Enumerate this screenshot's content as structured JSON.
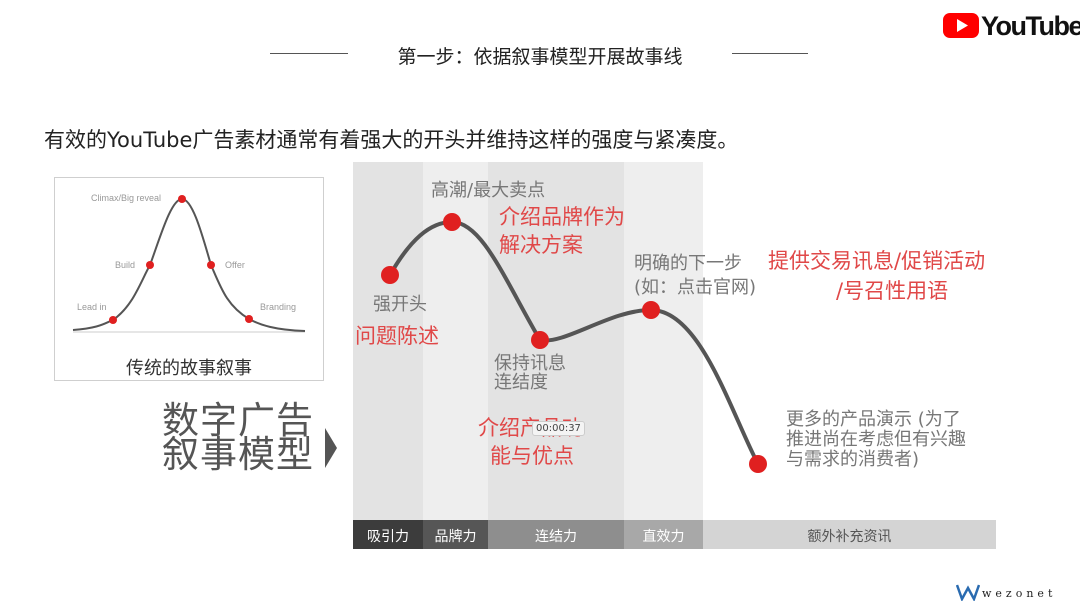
{
  "header": {
    "title": "第一步：依据叙事模型开展故事线",
    "brand": "YouTube"
  },
  "subtitle": "有效的YouTube广告素材通常有着强大的开头并维持这样的强度与紧凑度。",
  "traditional": {
    "caption": "传统的故事叙事",
    "labels": {
      "climax": "Climax/Big reveal",
      "build": "Build",
      "offer": "Offer",
      "lead_in": "Lead in",
      "branding": "Branding"
    }
  },
  "digital_model": {
    "line1": "数字广告",
    "line2": "叙事模型"
  },
  "stages": {
    "strong_open": "强开头",
    "strong_open_red": "问题陈述",
    "climax": "高潮/最大卖点",
    "climax_red_1": "介绍品牌作为",
    "climax_red_2": "解决方案",
    "sustain_1": "保持讯息",
    "sustain_2": "连结度",
    "sustain_red_1": "介绍产品功",
    "sustain_red_2": "能与优点",
    "next_step_1": "明确的下一步",
    "next_step_2": "(如：点击官网)",
    "next_step_red_1": "提供交易讯息/促销活动",
    "next_step_red_2": "/号召性用语",
    "more_1": "更多的产品演示 (为了",
    "more_2": "推进尚在考虑但有兴趣",
    "more_3": "与需求的消费者)"
  },
  "timestamp": "00:00:37",
  "bars": {
    "attraction": "吸引力",
    "brand_power": "品牌力",
    "connection": "连结力",
    "direct_effect": "直效力",
    "extra_info": "额外补充资讯"
  },
  "footer": {
    "brand": "wezonet"
  },
  "colors": {
    "accent_red": "#e02020",
    "text_red": "#e04848",
    "band_dark": "#e3e3e3",
    "band_light": "#eeeeee",
    "bar_dark": "#3c3c3c",
    "bar_mid": "#8e8e8e",
    "bar_light": "#d4d4d4"
  }
}
